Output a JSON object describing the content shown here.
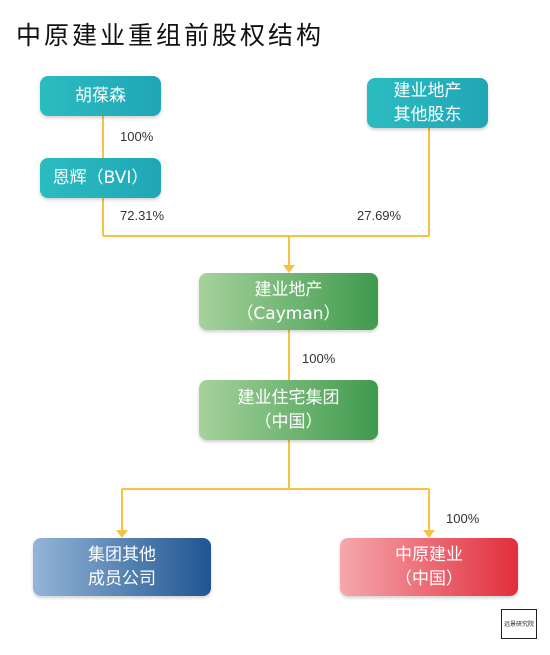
{
  "title": "中原建业重组前股权结构",
  "nodes": {
    "hu_baosen": "胡葆森",
    "en_hui": "恩辉（BVI）",
    "jianye_holder_line1": "建业地产",
    "jianye_holder_line2": "其他股东",
    "cayman_line1": "建业地产",
    "cayman_line2": "（Cayman）",
    "residential_line1": "建业住宅集团",
    "residential_line2": "（中国）",
    "group_other_line1": "集团其他",
    "group_other_line2": "成员公司",
    "zhongyuan_line1": "中原建业",
    "zhongyuan_line2": "（中国）"
  },
  "percents": {
    "hu_to_enhui": "100%",
    "enhui_to_cayman": "72.31%",
    "holders_to_cayman": "27.69%",
    "cayman_to_residential": "100%",
    "residential_to_zhongyuan": "100%"
  },
  "logo_text": "远景研究院",
  "colors": {
    "connector": "#f5c242",
    "teal": "#23adb9",
    "green": "#4ea35a",
    "blue": "#1f5592",
    "red": "#e12e3c"
  }
}
